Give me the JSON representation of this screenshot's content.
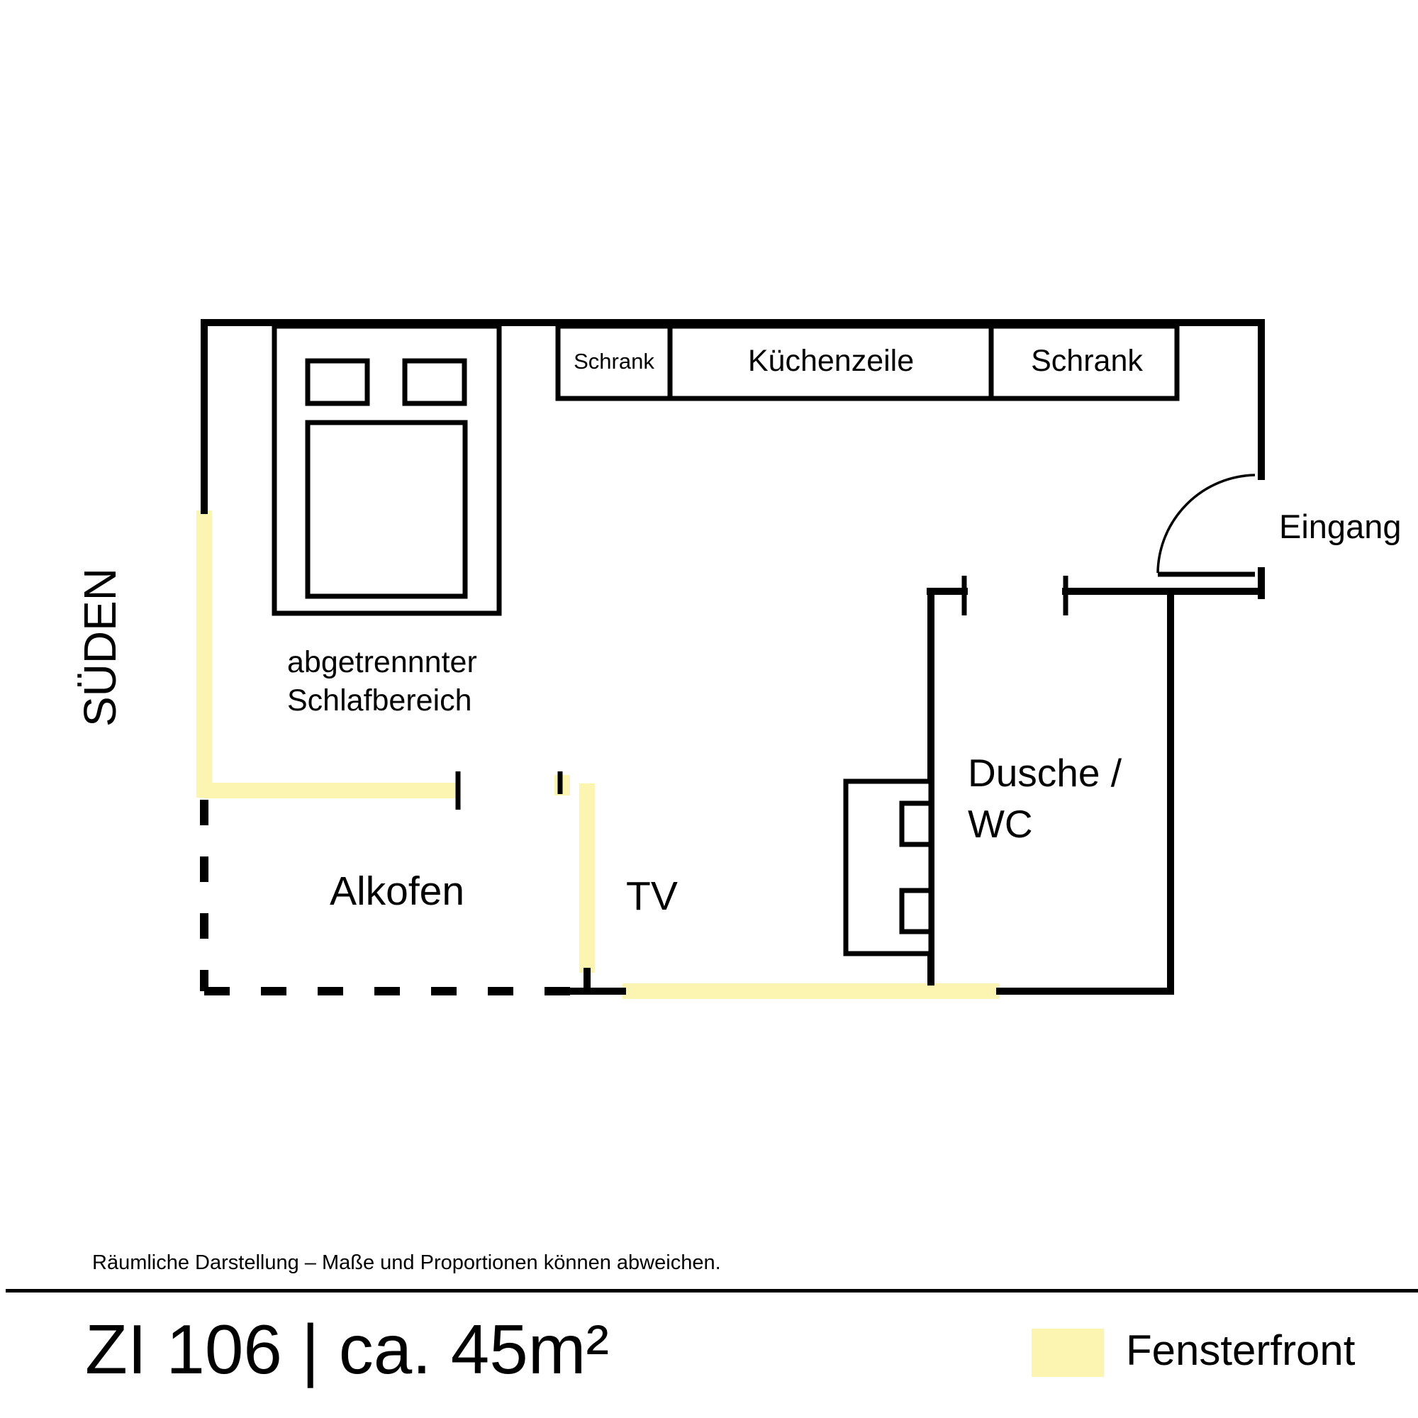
{
  "plan": {
    "orientation_label": "SÜDEN",
    "rooms": {
      "schrank_left": "Schrank",
      "kitchen": "Küchenzeile",
      "schrank_right": "Schrank",
      "entrance": "Eingang",
      "sleeping_line1": "abgetrennnter",
      "sleeping_line2": "Schlafbereich",
      "bathroom_line1": "Dusche /",
      "bathroom_line2": "WC",
      "alcove": "Alkofen",
      "tv": "TV"
    }
  },
  "footer": {
    "disclaimer": "Räumliche Darstellung – Maße und Proportionen können abweichen.",
    "title": "ZI 106 | ca. 45m²",
    "legend_label": "Fensterfront"
  },
  "colors": {
    "wall": "#000000",
    "window": "#fbf5b1",
    "background": "#ffffff"
  }
}
